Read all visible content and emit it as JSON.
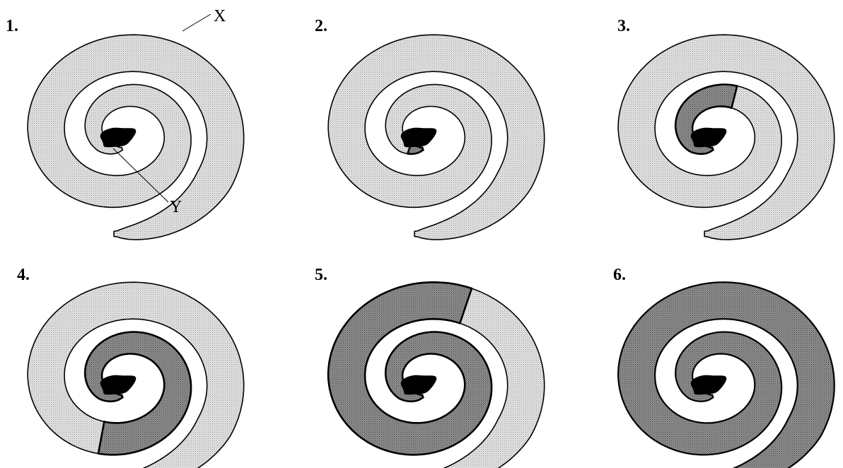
{
  "panels": [
    {
      "label": "1.",
      "filled_fraction": 0.0
    },
    {
      "label": "2.",
      "filled_fraction": 0.05
    },
    {
      "label": "3.",
      "filled_fraction": 0.28
    },
    {
      "label": "4.",
      "filled_fraction": 0.52
    },
    {
      "label": "5.",
      "filled_fraction": 0.78
    },
    {
      "label": "6.",
      "filled_fraction": 1.0
    }
  ],
  "callouts": {
    "x_label": "X",
    "y_label": "Y"
  },
  "colors": {
    "unfilled": "#d6d6d6",
    "filled": "#8a8a8a",
    "core": "#000000",
    "outline": "#000000",
    "background": "#ffffff"
  }
}
